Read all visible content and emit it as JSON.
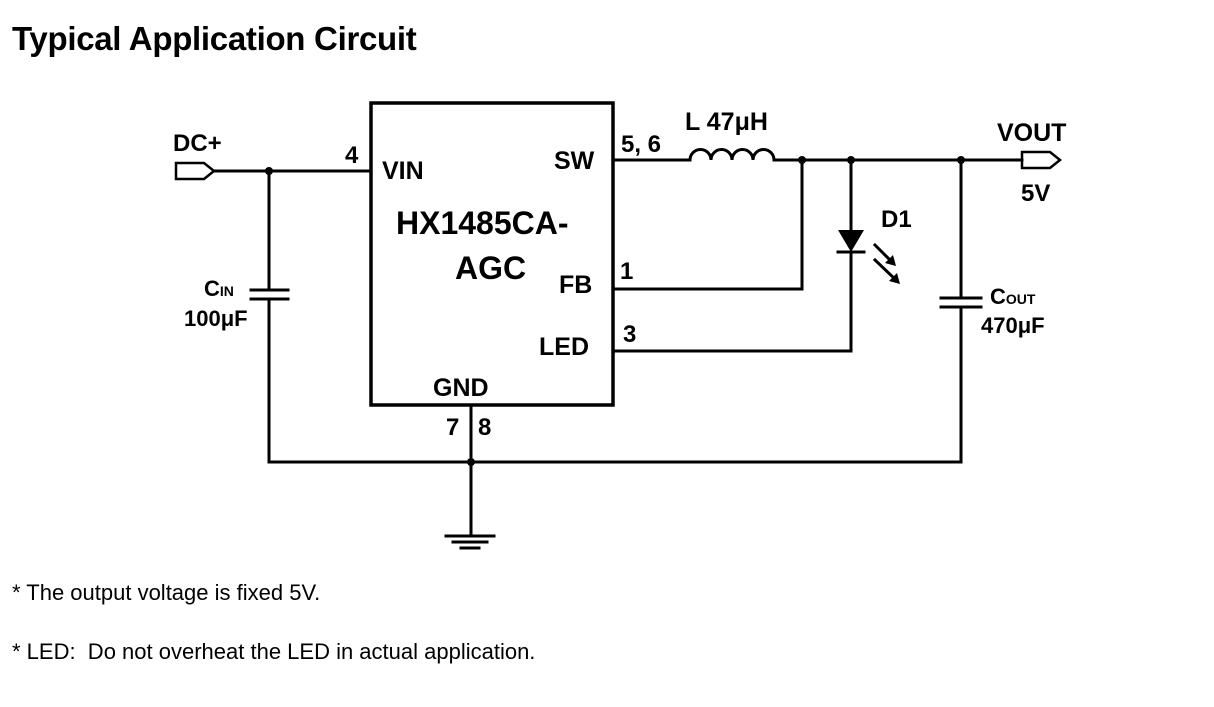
{
  "title": "Typical Application Circuit",
  "circuit": {
    "ic": {
      "name_line1": "HX1485CA-",
      "name_line2": "AGC"
    },
    "pins": {
      "vin": {
        "label": "VIN",
        "number": "4"
      },
      "sw": {
        "label": "SW",
        "number": "5, 6"
      },
      "fb": {
        "label": "FB",
        "number": "1"
      },
      "led": {
        "label": "LED",
        "number": "3"
      },
      "gnd": {
        "label": "GND",
        "number_a": "7",
        "number_b": "8"
      }
    },
    "input": {
      "label": "DC+"
    },
    "output": {
      "label": "VOUT",
      "voltage": "5V"
    },
    "inductor": {
      "label": "L 47μH"
    },
    "diode": {
      "label": "D1"
    },
    "cin": {
      "name_main": "C",
      "name_sub": "IN",
      "value": "100μF"
    },
    "cout": {
      "name_main": "C",
      "name_sub": "OUT",
      "value": "470μF"
    }
  },
  "notes": [
    "* The output voltage is fixed 5V.",
    "* LED:  Do not overheat the LED in actual application."
  ]
}
